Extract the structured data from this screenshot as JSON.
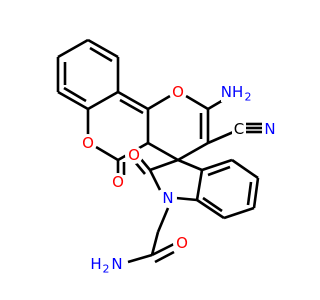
{
  "structure": {
    "colors": {
      "carbon": "#000000",
      "oxygen": "#ff0000",
      "nitrogen": "#0000ff",
      "background": "#ffffff"
    },
    "labels": {
      "ring_oxygen_pyran": "O",
      "ring_oxygen_lactone": "O",
      "carbonyl_oxygen_lactone": "O",
      "carbonyl_oxygen_oxindole": "O",
      "carbonyl_oxygen_amide": "O",
      "amino_group": "NH",
      "amino_subscript": "2",
      "nitrile_carbon": "C",
      "nitrile_nitrogen": "N",
      "indole_nitrogen": "N",
      "amide_amine": "H",
      "amide_amine_subscript": "2",
      "amide_amine_n": "N"
    }
  }
}
